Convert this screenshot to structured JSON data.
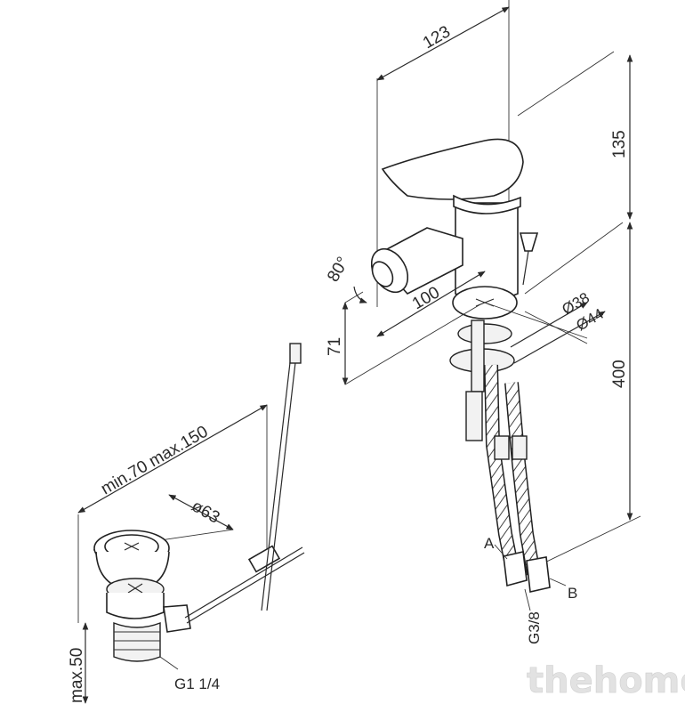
{
  "dimensions": {
    "width_top": "123",
    "height_upper": "135",
    "angle": "80°",
    "spout_reach": "100",
    "spout_height": "71",
    "base_d1": "Ø38",
    "base_d2": "Ø44",
    "total_height": "400",
    "waste_range": "min.70 max.150",
    "waste_d": "ø63",
    "waste_max": "max.50"
  },
  "labels": {
    "hose_a": "A",
    "hose_b": "B",
    "thread_hose": "G3/8",
    "thread_waste": "G1 1/4"
  },
  "watermark": "thehome"
}
